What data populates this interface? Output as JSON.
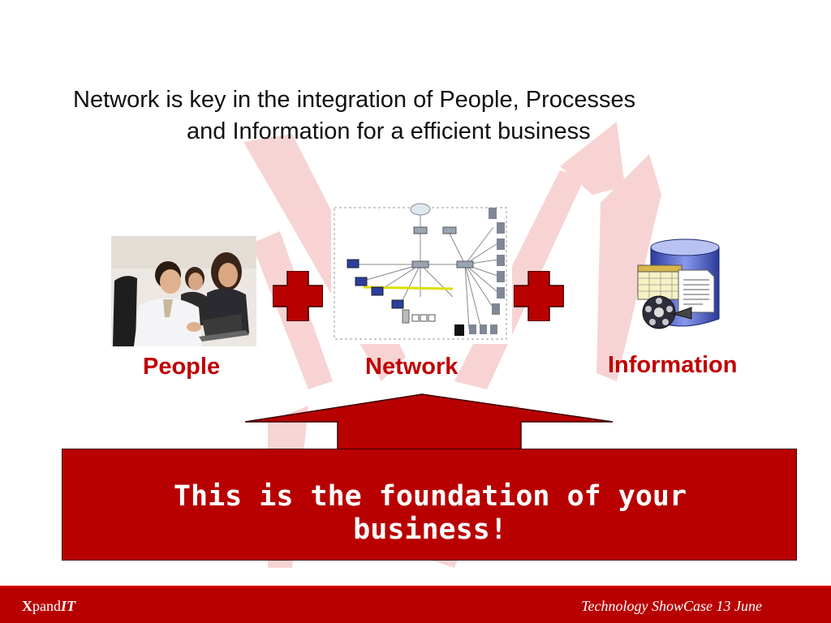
{
  "headline": {
    "line1": "Network is key in the integration of People, Processes",
    "line2": "and Information for a efficient business"
  },
  "pillars": [
    {
      "label": "People",
      "image": "business-people-photo"
    },
    {
      "label": "Network",
      "image": "network-topology-diagram"
    },
    {
      "label": "Information",
      "image": "database-documents-icon"
    }
  ],
  "connectors": [
    "plus-icon",
    "plus-icon"
  ],
  "foundation": {
    "line1": "This is the foundation of your",
    "line2": "business!"
  },
  "footer": {
    "brand": {
      "part1": "X",
      "part2": "pand",
      "part3": "IT"
    },
    "event": "Technology ShowCase 13 June"
  },
  "colors": {
    "accent": "#b80000",
    "label": "#c00000",
    "watermark": "#f6cccc",
    "headline": "#111111"
  }
}
